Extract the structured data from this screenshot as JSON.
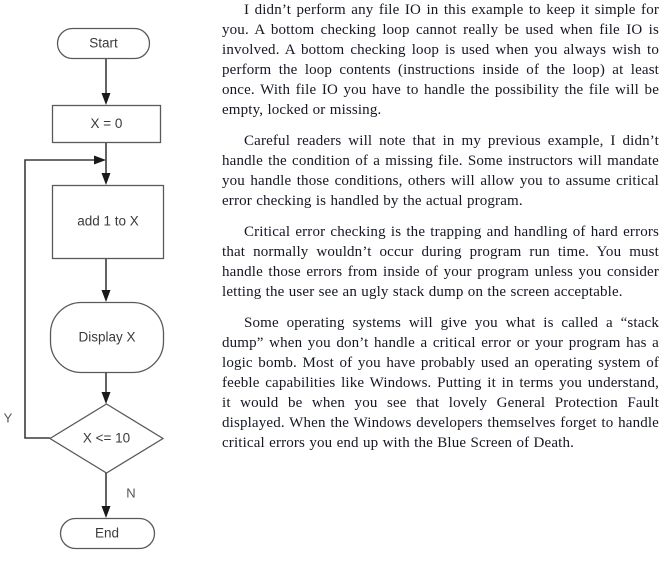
{
  "document": {
    "kind": "textbook-page-with-flowchart"
  },
  "flowchart": {
    "title": "bottom checking loop flowchart",
    "stroke_color": "#5a5a5a",
    "line_color": "#3c3c3c",
    "label_color": "#3a3a3a",
    "nodes": [
      {
        "id": "start",
        "type": "terminator",
        "label": "Start"
      },
      {
        "id": "init",
        "type": "process",
        "label": "X = 0"
      },
      {
        "id": "add",
        "type": "process",
        "label": "add 1 to X"
      },
      {
        "id": "display",
        "type": "output",
        "label": "Display X"
      },
      {
        "id": "test",
        "type": "decision",
        "label": "X <= 10"
      },
      {
        "id": "end",
        "type": "terminator",
        "label": "End"
      }
    ],
    "branch_labels": {
      "yes": "Y",
      "no": "N"
    },
    "edges": [
      {
        "from": "start",
        "to": "init"
      },
      {
        "from": "init",
        "to": "add"
      },
      {
        "from": "add",
        "to": "display"
      },
      {
        "from": "display",
        "to": "test"
      },
      {
        "from": "test",
        "to": "add",
        "label": "Y"
      },
      {
        "from": "test",
        "to": "end",
        "label": "N"
      }
    ]
  },
  "body": {
    "paragraphs": [
      "I didn’t perform any file IO in this example to keep it simple for you.  A bottom checking loop cannot really be used when file IO is involved.  A bottom checking loop is used when you always wish to perform the loop contents (instructions inside of the loop) at least once.  With file IO you have to handle the possibility the file will be empty, locked or missing.",
      "Careful readers will note that in my previous example, I didn’t handle the condition of a missing file.  Some instructors will mandate you handle those conditions, others will allow you to assume critical error checking is handled by the actual program.",
      "Critical error checking is the trapping and handling of hard errors that normally wouldn’t occur during program run time. You must handle those errors from inside of your program unless you consider letting the user see an ugly stack dump on the screen acceptable.",
      "Some operating systems will give you what is called a “stack dump” when you don’t handle a critical error or your program has a logic bomb.  Most of you have probably used an operating system of feeble capabilities like Windows.  Putting it in terms you understand, it would be when you see that lovely General Protection Fault displayed.  When the Windows developers themselves forget to handle critical errors you end up with the Blue Screen of Death."
    ]
  }
}
